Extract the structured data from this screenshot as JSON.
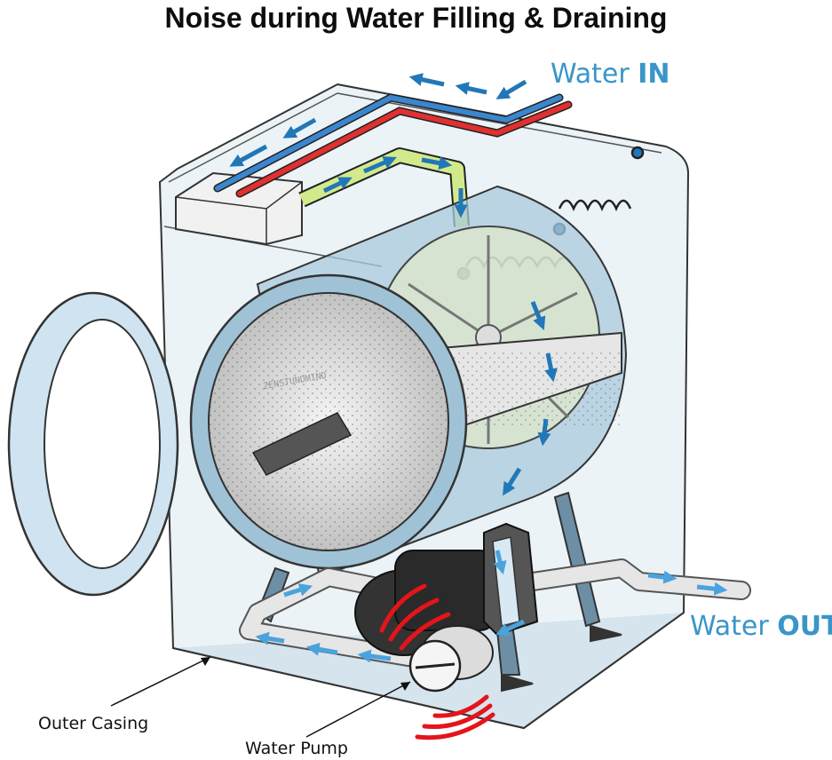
{
  "title": "Noise during Water Filling & Draining",
  "water_in": {
    "prefix": "Water",
    "emph": "IN"
  },
  "water_out": {
    "prefix": "Water",
    "emph": "OUT"
  },
  "labels": {
    "outer_casing": "Outer Casing",
    "water_pump": "Water Pump"
  },
  "drum_watermark": "ZENSTUNDMIND",
  "colors": {
    "flow_arrow": "#2277b8",
    "hot_pipe": "#e03030",
    "cold_pipe": "#3b86cf",
    "fill_hose": "#d3ea8c",
    "noise": "#e5141b",
    "casing": "#cfe0ea",
    "text_accent": "#3a95c9"
  }
}
